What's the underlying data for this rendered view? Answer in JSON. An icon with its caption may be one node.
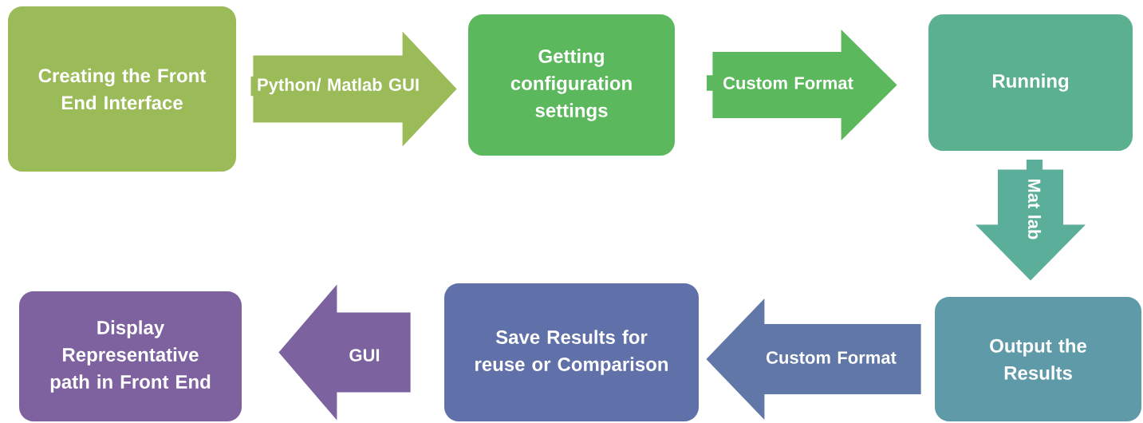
{
  "diagram": {
    "nodes": [
      {
        "text": [
          "Creating the Front End Interface"
        ]
      },
      {
        "text": [
          "Getting configuration settings"
        ]
      },
      {
        "text": [
          "Running"
        ]
      },
      {
        "text": [
          "Output the Results"
        ]
      },
      {
        "text": [
          "Save Results for reuse or Comparison"
        ]
      },
      {
        "text": [
          "Display Representative path in Front End"
        ]
      }
    ],
    "edges": [
      {
        "from": 0,
        "to": 1,
        "arrow": "to",
        "label": "Python/ Matlab GUI",
        "color": "#9bbb59"
      },
      {
        "from": 1,
        "to": 2,
        "arrow": "to",
        "label": "Custom Format",
        "color": "#5cb85c"
      },
      {
        "from": 2,
        "to": 3,
        "arrow": "to",
        "label": "Mat lab",
        "color": "#5aae9a"
      },
      {
        "from": 3,
        "to": 4,
        "arrow": "to",
        "label": "Custom Format",
        "color": "#6177a8"
      },
      {
        "from": 4,
        "to": 5,
        "arrow": "to",
        "label": "GUI",
        "color": "#7d62a0"
      }
    ]
  }
}
